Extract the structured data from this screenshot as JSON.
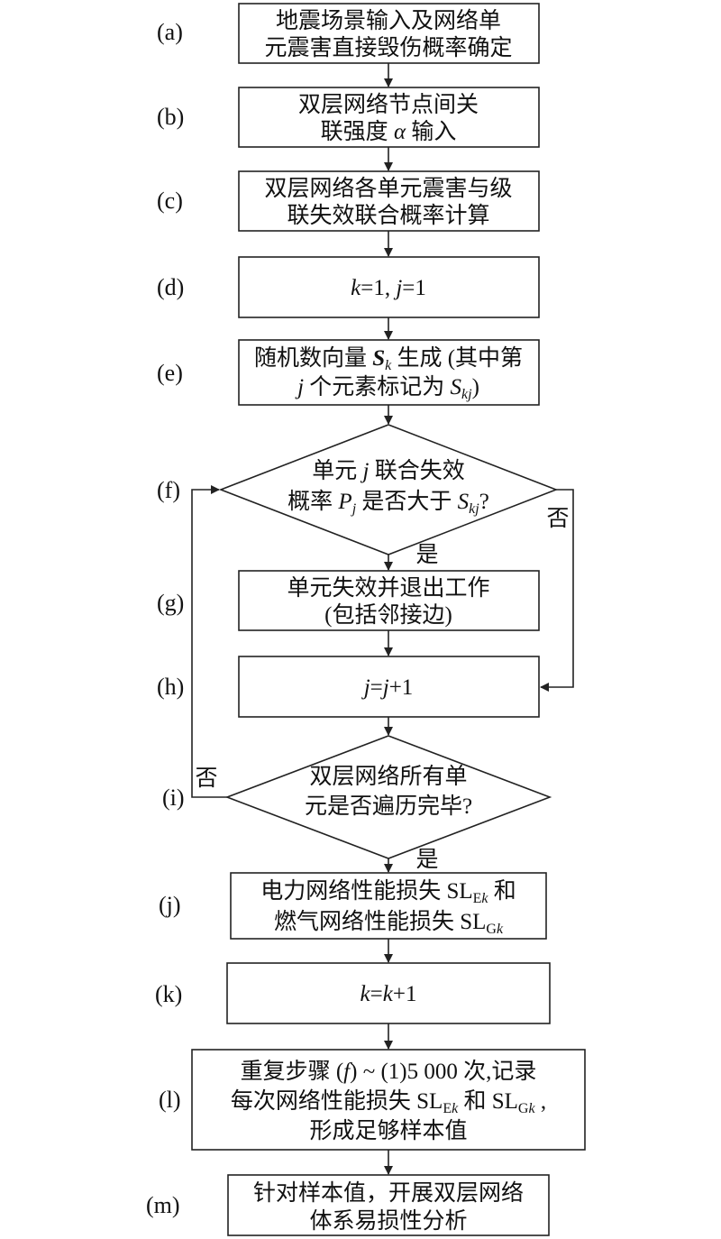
{
  "steps": {
    "a": {
      "label": "(a)",
      "line1": "地震场景输入及网络单",
      "line2": "元震害直接毁伤概率确定"
    },
    "b": {
      "label": "(b)",
      "line1": "双层网络节点间关",
      "line2_pre": "联强度 ",
      "line2_var": "α",
      "line2_post": " 输入"
    },
    "c": {
      "label": "(c)",
      "line1": "双层网络各单元震害与级",
      "line2": "联失效联合概率计算"
    },
    "d": {
      "label": "(d)",
      "k": "k",
      "eq1": "=1, ",
      "j": "j",
      "eq2": "=1"
    },
    "e": {
      "label": "(e)",
      "pre": "随机数向量 ",
      "S": "S",
      "k": "k",
      "post": " 生成 (其中第",
      "line2_j": "j",
      "line2_mid": " 个元素标记为 ",
      "line2_S": "S",
      "line2_sub": "kj",
      "line2_end": ")"
    },
    "f": {
      "label": "(f)",
      "line1_pre": "单元 ",
      "line1_j": "j",
      "line1_post": " 联合失效",
      "line2_pre": "概率 ",
      "line2_P": "P",
      "line2_Psub": "j",
      "line2_mid": " 是否大于 ",
      "line2_S": "S",
      "line2_Ssub": "kj",
      "line2_end": "?",
      "yes": "是",
      "no": "否"
    },
    "g": {
      "label": "(g)",
      "line1": "单元失效并退出工作",
      "line2": "(包括邻接边)"
    },
    "h": {
      "label": "(h)",
      "j1": "j",
      "eq": "=",
      "j2": "j",
      "plus": "+1"
    },
    "i": {
      "label": "(i)",
      "line1": "双层网络所有单",
      "line2": "元是否遍历完毕?",
      "yes": "是",
      "no": "否"
    },
    "j": {
      "label": "(j)",
      "line1_pre": "电力网络性能损失 SL",
      "line1_sub1": "E",
      "line1_sub2": "k",
      "line1_post": " 和",
      "line2_pre": "燃气网络性能损失 SL",
      "line2_sub1": "G",
      "line2_sub2": "k"
    },
    "k": {
      "label": "(k)",
      "k1": "k",
      "eq": "=",
      "k2": "k",
      "plus": "+1"
    },
    "l": {
      "label": "(l)",
      "line1_pre": "重复步骤 (",
      "line1_f": "f",
      "line1_post": ") ~ (1)5 000 次,记录",
      "line2_pre": "每次网络性能损失 SL",
      "line2_sub1": "E",
      "line2_sub2": "k",
      "line2_mid": " 和 SL",
      "line2_sub3": "G",
      "line2_sub4": "k",
      "line2_end": " ,",
      "line3": "形成足够样本值"
    },
    "m": {
      "label": "(m)",
      "line1": "针对样本值，开展双层网络",
      "line2": "体系易损性分析"
    }
  }
}
